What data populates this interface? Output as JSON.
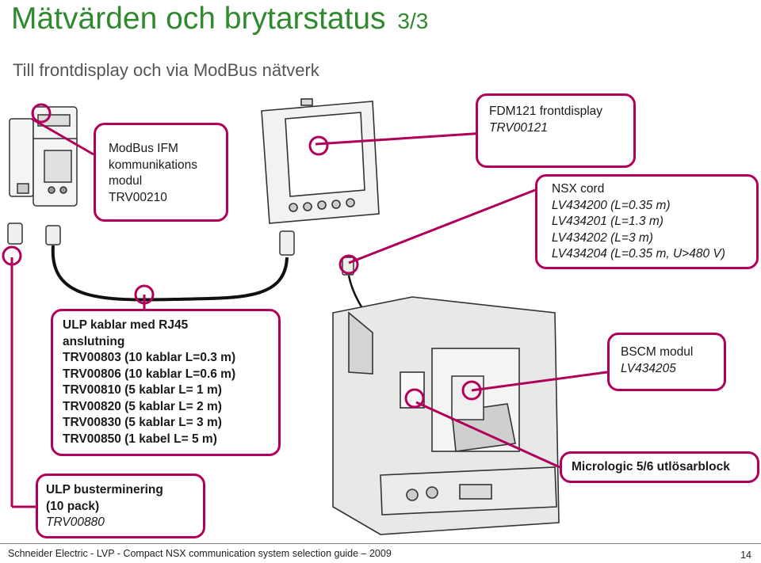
{
  "header": {
    "title": "Mätvärden och brytarstatus",
    "page_index": "3/3",
    "subtitle": "Till frontdisplay och via ModBus nätverk"
  },
  "callouts": {
    "modbus": {
      "lines": [
        "ModBus IFM",
        "kommunikations",
        "modul",
        "TRV00210"
      ]
    },
    "fdm": {
      "name": "FDM121 frontdisplay",
      "ref": "TRV00121"
    },
    "nsx_cord": {
      "name": "NSX cord",
      "refs": [
        "LV434200 (L=0.35 m)",
        "LV434201 (L=1.3 m)",
        "LV434202 (L=3 m)",
        "LV434204 (L=0.35 m, U>480 V)"
      ]
    },
    "ulp_cables": {
      "lines": [
        "ULP kablar med RJ45",
        "anslutning",
        "TRV00803 (10 kablar L=0.3 m)",
        "TRV00806 (10 kablar L=0.6 m)",
        "TRV00810 (5 kablar L= 1 m)",
        "TRV00820 (5 kablar L= 2 m)",
        "TRV00830 (5 kablar L= 3 m)",
        "TRV00850 (1 kabel L= 5 m)"
      ]
    },
    "bscm": {
      "name": "BSCM modul",
      "ref": "LV434205"
    },
    "micrologic": {
      "name": "Micrologic 5/6 utlösarblock"
    },
    "ulp_term": {
      "name": "ULP busterminering",
      "pack": "(10 pack)",
      "ref": "TRV00880"
    }
  },
  "footer": {
    "text": "Schneider Electric - LVP - Compact NSX communication system selection guide – 2009",
    "page": "14"
  },
  "colors": {
    "title": "#2f8a2f",
    "callout_border": "#b0005a"
  },
  "icons": [
    "ifm-module-icon",
    "display-unit-icon",
    "rj45-plug-icon",
    "circuit-breaker-icon",
    "bscm-module-icon"
  ]
}
